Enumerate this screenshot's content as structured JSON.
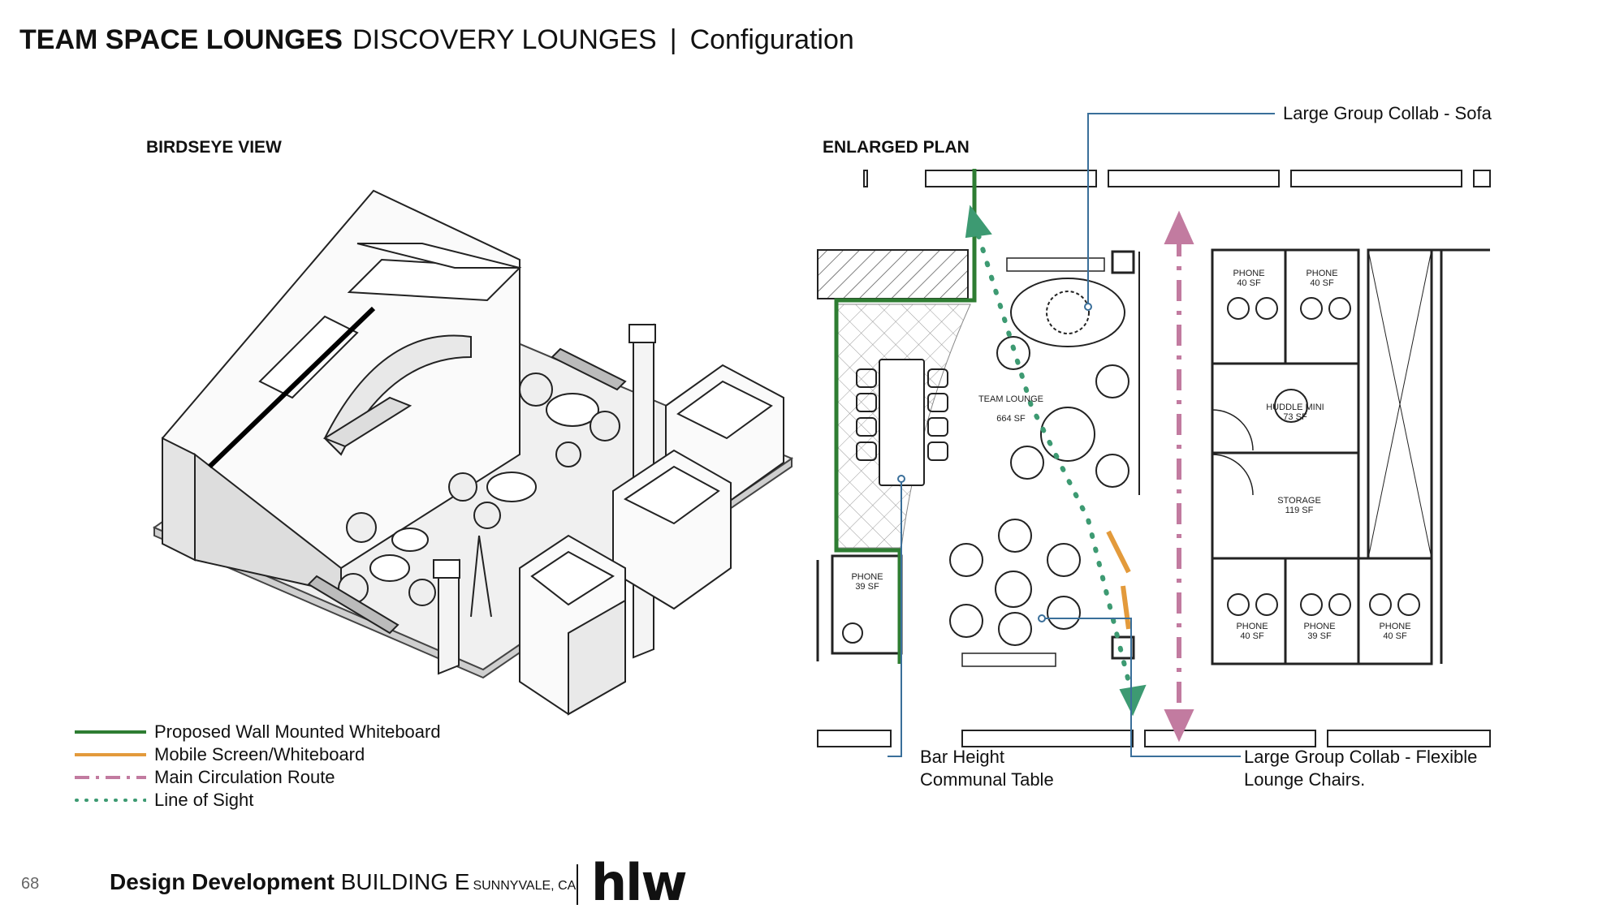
{
  "header": {
    "title_bold": "TEAM SPACE LOUNGES",
    "title_sub": "DISCOVERY LOUNGES",
    "separator": "|",
    "title_page": "Configuration"
  },
  "birdseye": {
    "label": "BIRDSEYE VIEW"
  },
  "plan": {
    "label": "ENLARGED PLAN",
    "rooms": [
      {
        "name": "PHONE",
        "area": "40 SF"
      },
      {
        "name": "PHONE",
        "area": "40 SF"
      },
      {
        "name": "HUDDLE MINI",
        "area": "73 SF"
      },
      {
        "name": "STORAGE",
        "area": "119 SF"
      },
      {
        "name": "TEAM LOUNGE",
        "area": "664 SF"
      },
      {
        "name": "PHONE",
        "area": "39 SF"
      },
      {
        "name": "PHONE",
        "area": "40 SF"
      },
      {
        "name": "PHONE",
        "area": "39 SF"
      },
      {
        "name": "PHONE",
        "area": "40 SF"
      }
    ]
  },
  "callouts": {
    "sofa": "Large Group Collab - Sofa",
    "bar_line1": "Bar Height",
    "bar_line2": "Communal Table",
    "chairs_line1": "Large Group Collab - Flexible",
    "chairs_line2": "Lounge Chairs."
  },
  "legend": [
    {
      "label": "Proposed Wall Mounted Whiteboard",
      "color": "#2e7d32",
      "style": "solid"
    },
    {
      "label": "Mobile Screen/Whiteboard",
      "color": "#e39a3b",
      "style": "solid"
    },
    {
      "label": "Main Circulation Route",
      "color": "#c27ba0",
      "style": "dashdot"
    },
    {
      "label": "Line of Sight",
      "color": "#3d9a72",
      "style": "dotted"
    }
  ],
  "footer": {
    "page_number": "68",
    "dd_bold": "Design Development",
    "dd_building": "BUILDING E",
    "dd_location": "SUNNYVALE, CA",
    "logo": "hlw"
  }
}
